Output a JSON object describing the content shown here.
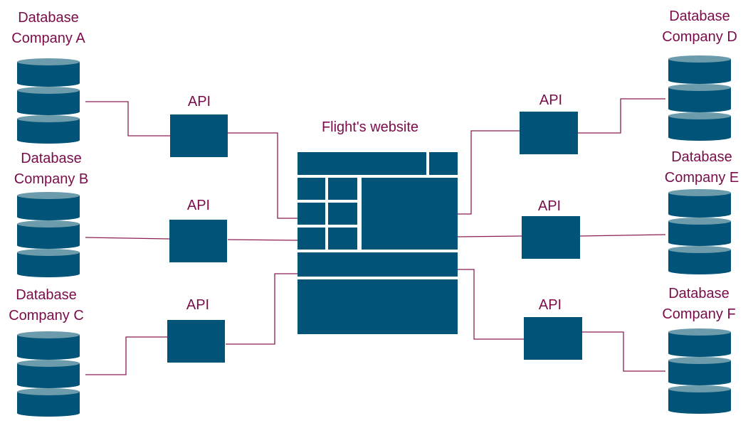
{
  "colors": {
    "box_fill": "#015378",
    "db_fill": "#015378",
    "db_top": "#6c9bab",
    "connector": "#8b1f54",
    "text": "#7a0c4a",
    "background": "#ffffff"
  },
  "website": {
    "title": "Flight's website",
    "icon": "website-layout-wireframe"
  },
  "databases": {
    "a": {
      "line1": "Database",
      "line2": "Company A"
    },
    "b": {
      "line1": "Database",
      "line2": "Company B"
    },
    "c": {
      "line1": "Database",
      "line2": "Company C"
    },
    "d": {
      "line1": "Database",
      "line2": "Company D"
    },
    "e": {
      "line1": "Database",
      "line2": "Company E"
    },
    "f": {
      "line1": "Database",
      "line2": "Company F"
    }
  },
  "apis": {
    "a": {
      "label": "API"
    },
    "b": {
      "label": "API"
    },
    "c": {
      "label": "API"
    },
    "d": {
      "label": "API"
    },
    "e": {
      "label": "API"
    },
    "f": {
      "label": "API"
    }
  }
}
